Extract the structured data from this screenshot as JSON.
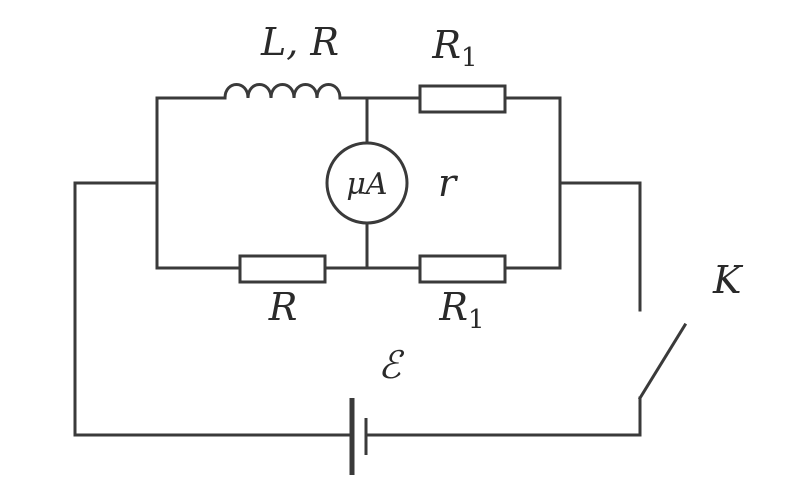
{
  "labels": {
    "inductor": "L, R",
    "top_resistor": "R",
    "top_resistor_sub": "1",
    "bottom_left_resistor": "R",
    "bottom_right_resistor": "R",
    "bottom_right_resistor_sub": "1",
    "meter": "μA",
    "meter_resistance": "r",
    "switch": "K",
    "emf": "ℰ"
  }
}
